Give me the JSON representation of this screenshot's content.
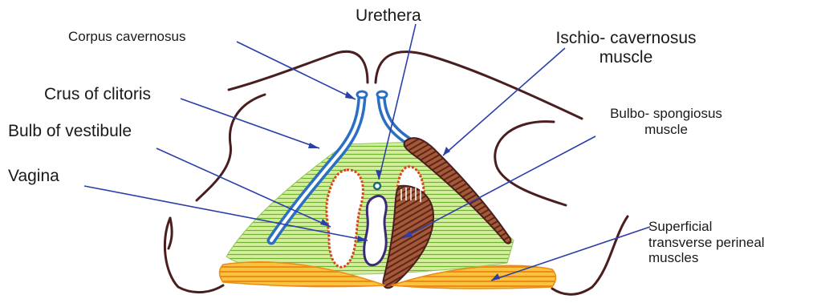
{
  "labels": {
    "corpus_cavernosus": "Corpus cavernosus",
    "urethera": "Urethera",
    "ischio_line1": "Ischio- cavernosus",
    "ischio_line2": "muscle",
    "crus_of_clitoris": "Crus of clitoris",
    "bulbo_line1": "Bulbo- spongiosus",
    "bulbo_line2": "muscle",
    "bulb_of_vestibule": "Bulb of vestibule",
    "vagina": "Vagina",
    "superficial_line1": "Superficial",
    "superficial_line2": "transverse perineal",
    "superficial_line3": "muscles"
  },
  "colors": {
    "outline": "#4a1e1e",
    "pointer": "#2b3fa8",
    "crus_blue": "#2a6fc4",
    "green_fill": "#b9e07a",
    "green_stripe": "#5fa92d",
    "orange": "#f29b20",
    "yellow": "#f6d24a",
    "bulb_red": "#d9461b",
    "vagina_purple": "#3b2a7a",
    "muscle_brown": "#7a3b22",
    "urethra_teal": "#1f6b6b"
  }
}
